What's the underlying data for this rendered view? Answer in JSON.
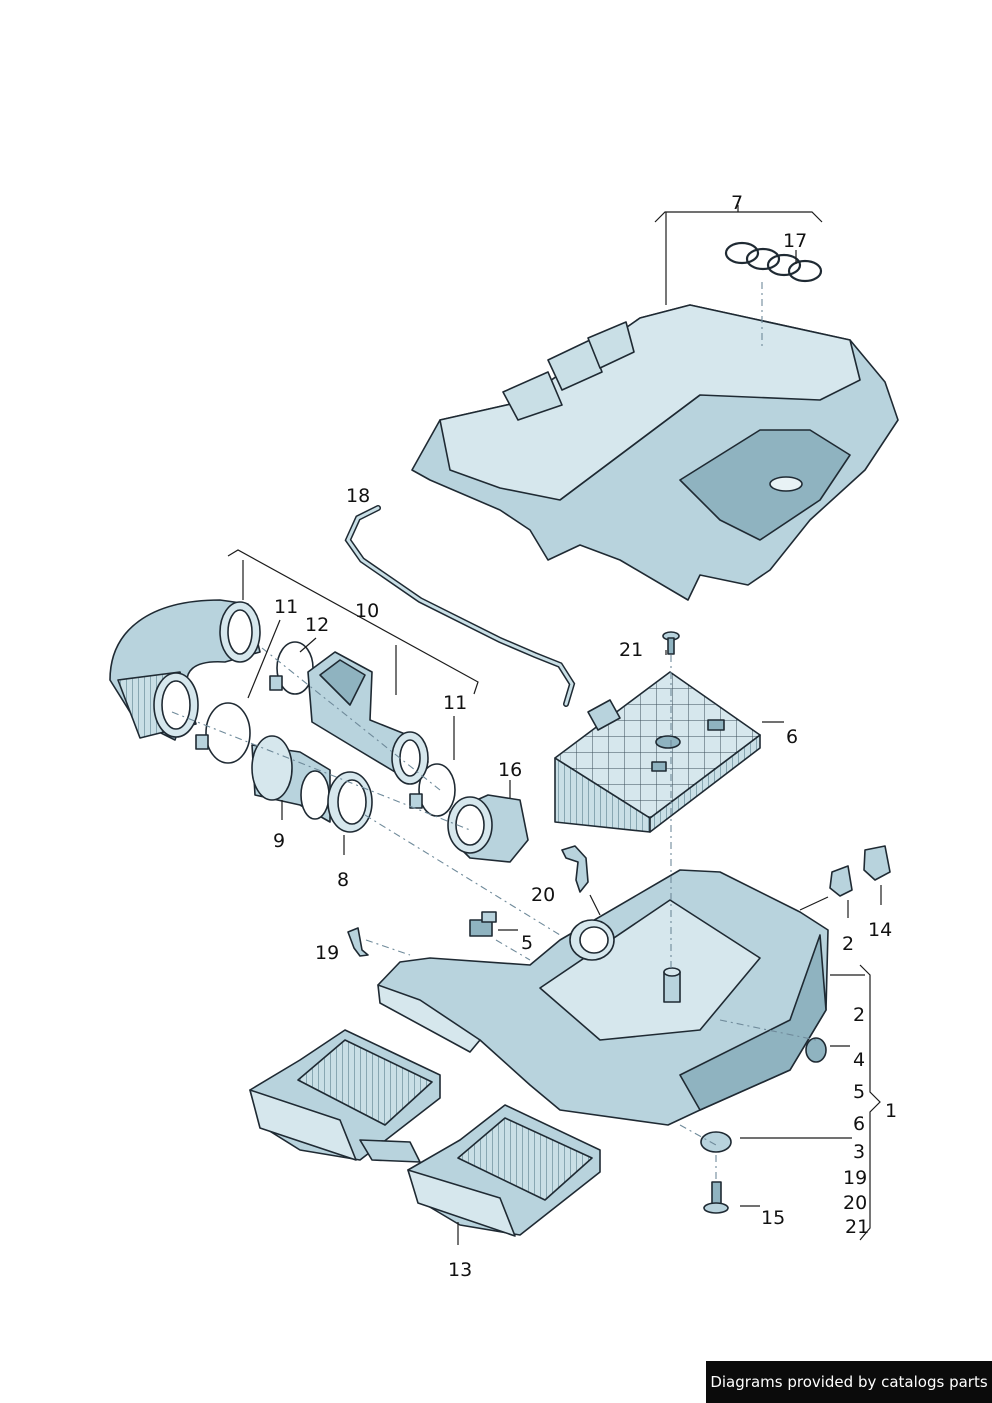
{
  "diagram": {
    "colors": {
      "part_fill": "#b8d3dd",
      "part_fill_light": "#d6e7ed",
      "part_fill_dark": "#8fb3c0",
      "outline": "#1f2a33",
      "credit_bg": "#0b0b0b",
      "credit_text": "#ffffff"
    },
    "callouts": {
      "c7": "7",
      "c17": "17",
      "c18": "18",
      "c10": "10",
      "c11a": "11",
      "c12": "12",
      "c11b": "11",
      "c21a": "21",
      "c6a": "6",
      "c16": "16",
      "c9": "9",
      "c8": "8",
      "c20a": "20",
      "c14": "14",
      "c2a": "2",
      "c5a": "5",
      "c19a": "19",
      "c2b": "2",
      "c4": "4",
      "c5b": "5",
      "c6b": "6",
      "c1": "1",
      "c3": "3",
      "c19b": "19",
      "c20b": "20",
      "c21b": "21",
      "c15": "15",
      "c13": "13"
    },
    "credit": "Diagrams provided by catalogs parts"
  }
}
